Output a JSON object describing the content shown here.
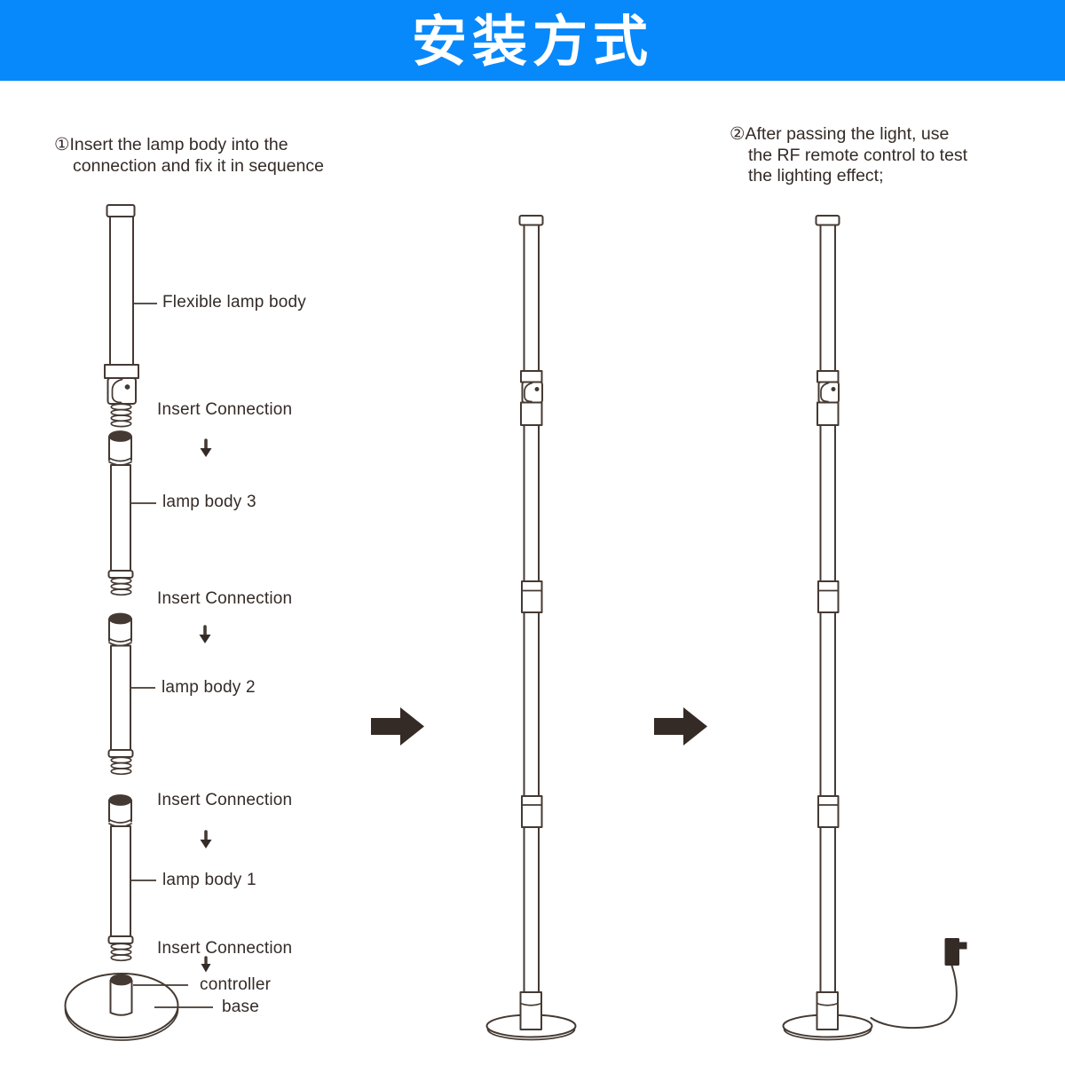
{
  "header": {
    "title": "安装方式"
  },
  "colors": {
    "banner_bg": "#0789fb",
    "ink": "#342b27",
    "line": "#453a33"
  },
  "steps": {
    "step1": {
      "line1": "①Insert the lamp body into the",
      "line2": "connection and fix it in sequence"
    },
    "step2": {
      "line1": "②After passing the light, use",
      "line2": "the RF remote control to test",
      "line3": "the lighting effect;"
    }
  },
  "labels": {
    "flexible_lamp_body": "Flexible lamp body",
    "insert_connection": "Insert Connection",
    "lamp_body_3": "lamp body 3",
    "lamp_body_2": "lamp body 2",
    "lamp_body_1": "lamp body 1",
    "controller": "controller",
    "base": "base"
  }
}
